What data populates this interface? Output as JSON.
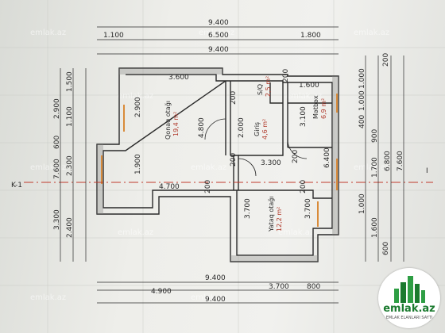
{
  "watermark": "emlak.az",
  "logo": {
    "text": "emlak.az",
    "sub": "EMLAK ELANLARI SAYTI"
  },
  "section_label": "K-1",
  "dims_top": {
    "outer": "9.400",
    "inner": "9.400",
    "a": "1.100",
    "b": "6.500",
    "c": "1.800",
    "d": "3.600",
    "e": "1.600"
  },
  "dims_bottom": {
    "outer": "9.400",
    "a": "800",
    "b": "3.700",
    "c": "4.900",
    "d": "9.400"
  },
  "dims_left": {
    "a": "2.900",
    "b": "1.100",
    "c": "1.500",
    "d": "600",
    "e": "2.300",
    "f": "7.600",
    "g": "2.400",
    "h": "3.300"
  },
  "dims_right": {
    "a": "200",
    "b": "1.000",
    "c": "1.000",
    "d": "400",
    "e": "900",
    "f": "1.700",
    "g": "6.800",
    "h": "7.600",
    "i": "1.000",
    "j": "1.600",
    "k": "600"
  },
  "inner_dims": {
    "d1": "2.900",
    "d2": "4.800",
    "d3": "1.900",
    "d4": "4.700",
    "d5": "2.000",
    "d6": "3.100",
    "d7": "6.400",
    "d8": "3.300",
    "d9": "3.700",
    "d10": "3.700",
    "w1": "200",
    "w2": "200",
    "w3": "200",
    "w4": "200",
    "w5": "200",
    "w6": "200"
  },
  "rooms": [
    {
      "name": "Qonaq otağı",
      "area": "19,4 m²"
    },
    {
      "name": "Giriş",
      "area": "4,6 m²"
    },
    {
      "name": "S/Q",
      "area": "2,5 m²"
    },
    {
      "name": "Mətbəx",
      "area": "6,9 m²"
    },
    {
      "name": "Yataq otağı",
      "area": "12,2 m²"
    }
  ]
}
